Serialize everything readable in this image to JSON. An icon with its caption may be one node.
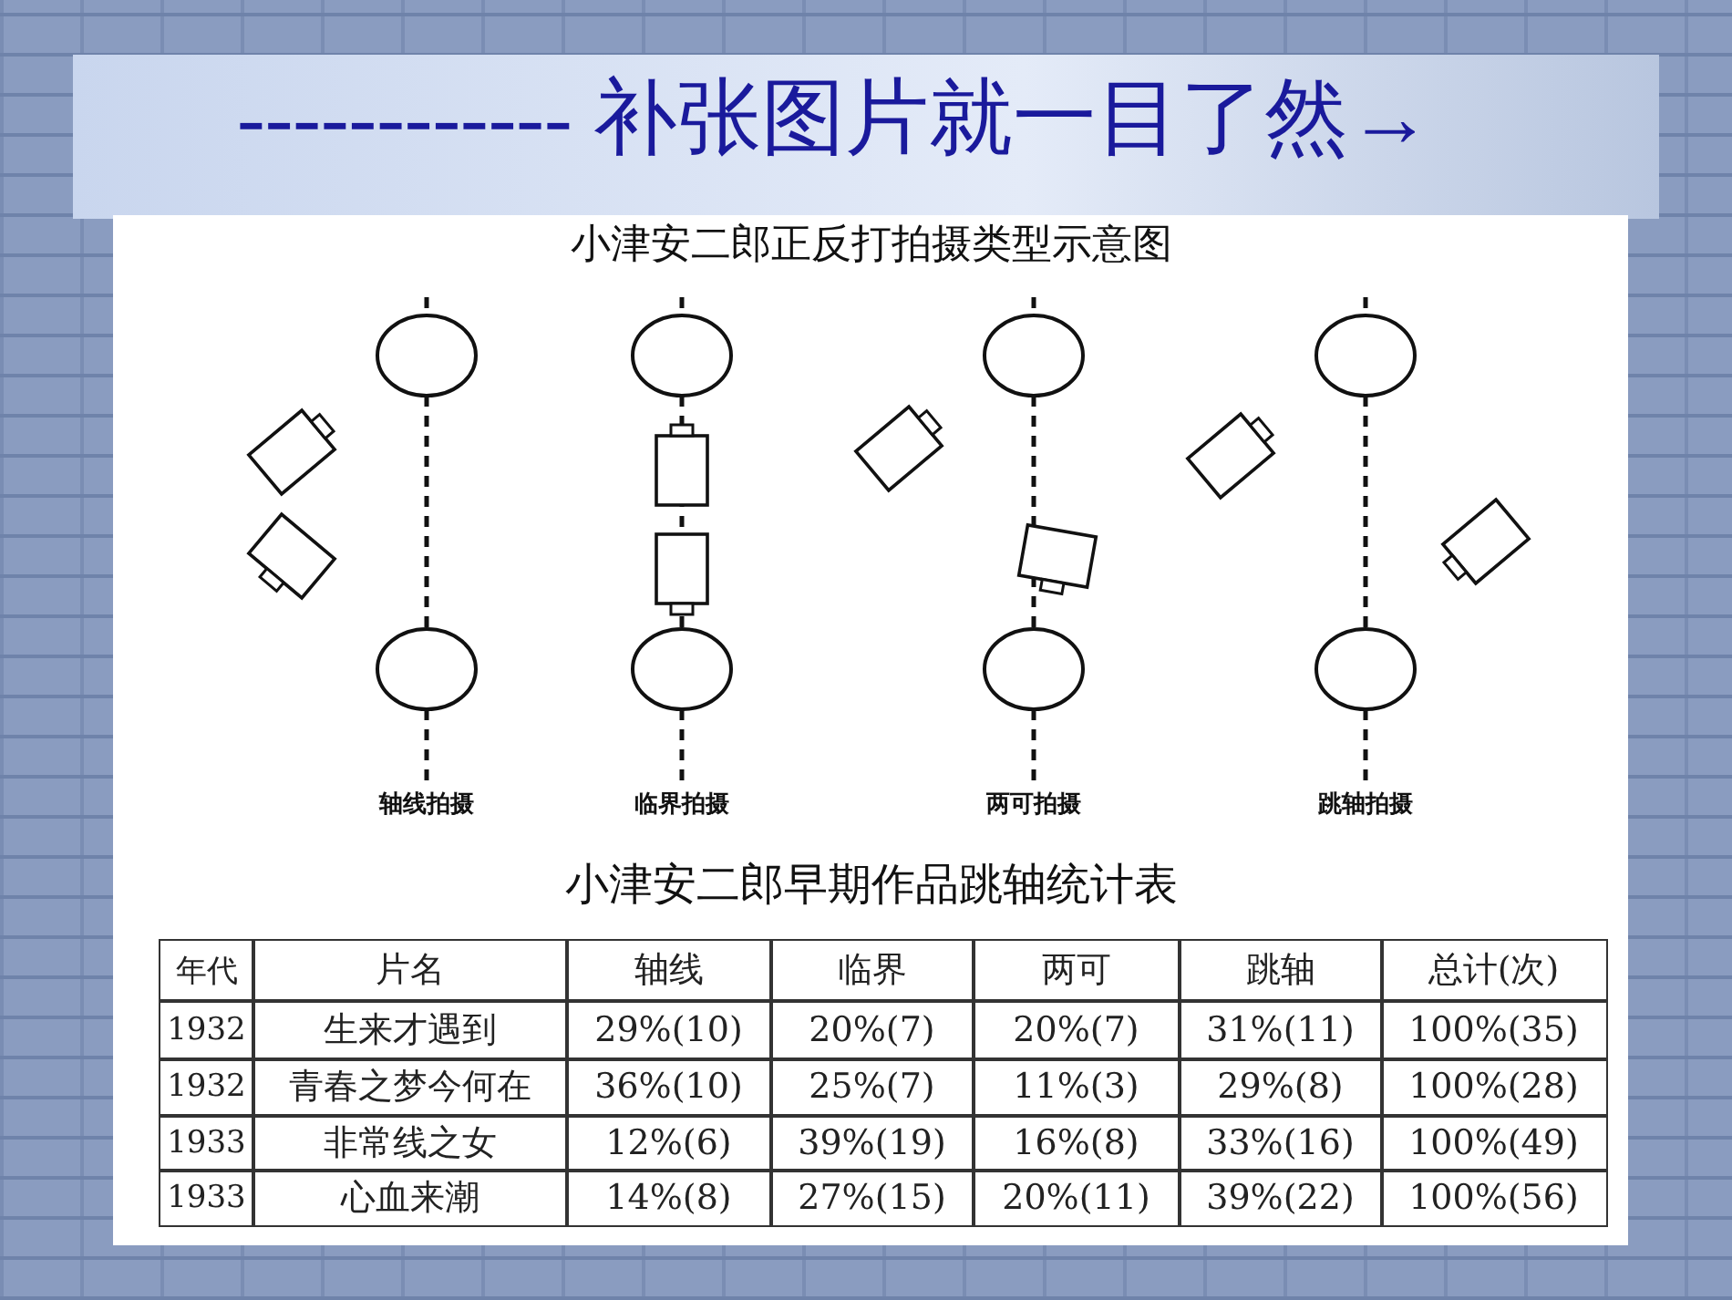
{
  "diagram": {
    "title": "------------ 补张图片就一目了然→",
    "nodes": [
      {
        "text": [],
        "shape": "circle"
      },
      {
        "text": [],
        "shape": "circle"
      },
      {
        "text": [],
        "shape": "circle"
      },
      {
        "text": [],
        "shape": "circle"
      },
      {
        "text": [],
        "shape": "circle"
      },
      {
        "text": [],
        "shape": "circle"
      },
      {
        "text": [],
        "shape": "circle"
      },
      {
        "text": [],
        "shape": "circle"
      }
    ],
    "edges": [
      {
        "from": 0,
        "to": 1,
        "arrow": "none",
        "style": "dashed"
      },
      {
        "from": 2,
        "to": 3,
        "arrow": "none",
        "style": "dashed"
      },
      {
        "from": 4,
        "to": 5,
        "arrow": "none",
        "style": "dashed"
      },
      {
        "from": 6,
        "to": 7,
        "arrow": "none",
        "style": "dashed"
      }
    ],
    "labels": [
      "小津安二郎正反打拍摄类型示意图",
      "轴线拍摄",
      "临界拍摄",
      "两可拍摄",
      "跳轴拍摄",
      "小津安二郎早期作品跳轴统计表",
      "年代",
      "片名",
      "轴线",
      "临界",
      "两可",
      "跳轴",
      "总计(次)",
      "1932",
      "生来才遇到",
      "29%(10)",
      "20%(7)",
      "20%(7)",
      "31%(11)",
      "100%(35)",
      "1932",
      "青春之梦今何在",
      "36%(10)",
      "25%(7)",
      "11%(3)",
      "29%(8)",
      "100%(28)",
      "1933",
      "非常线之女",
      "12%(6)",
      "39%(19)",
      "16%(8)",
      "33%(16)",
      "100%(49)",
      "1933",
      "心血来潮",
      "14%(8)",
      "27%(15)",
      "20%(11)",
      "39%(22)",
      "100%(56)"
    ]
  }
}
